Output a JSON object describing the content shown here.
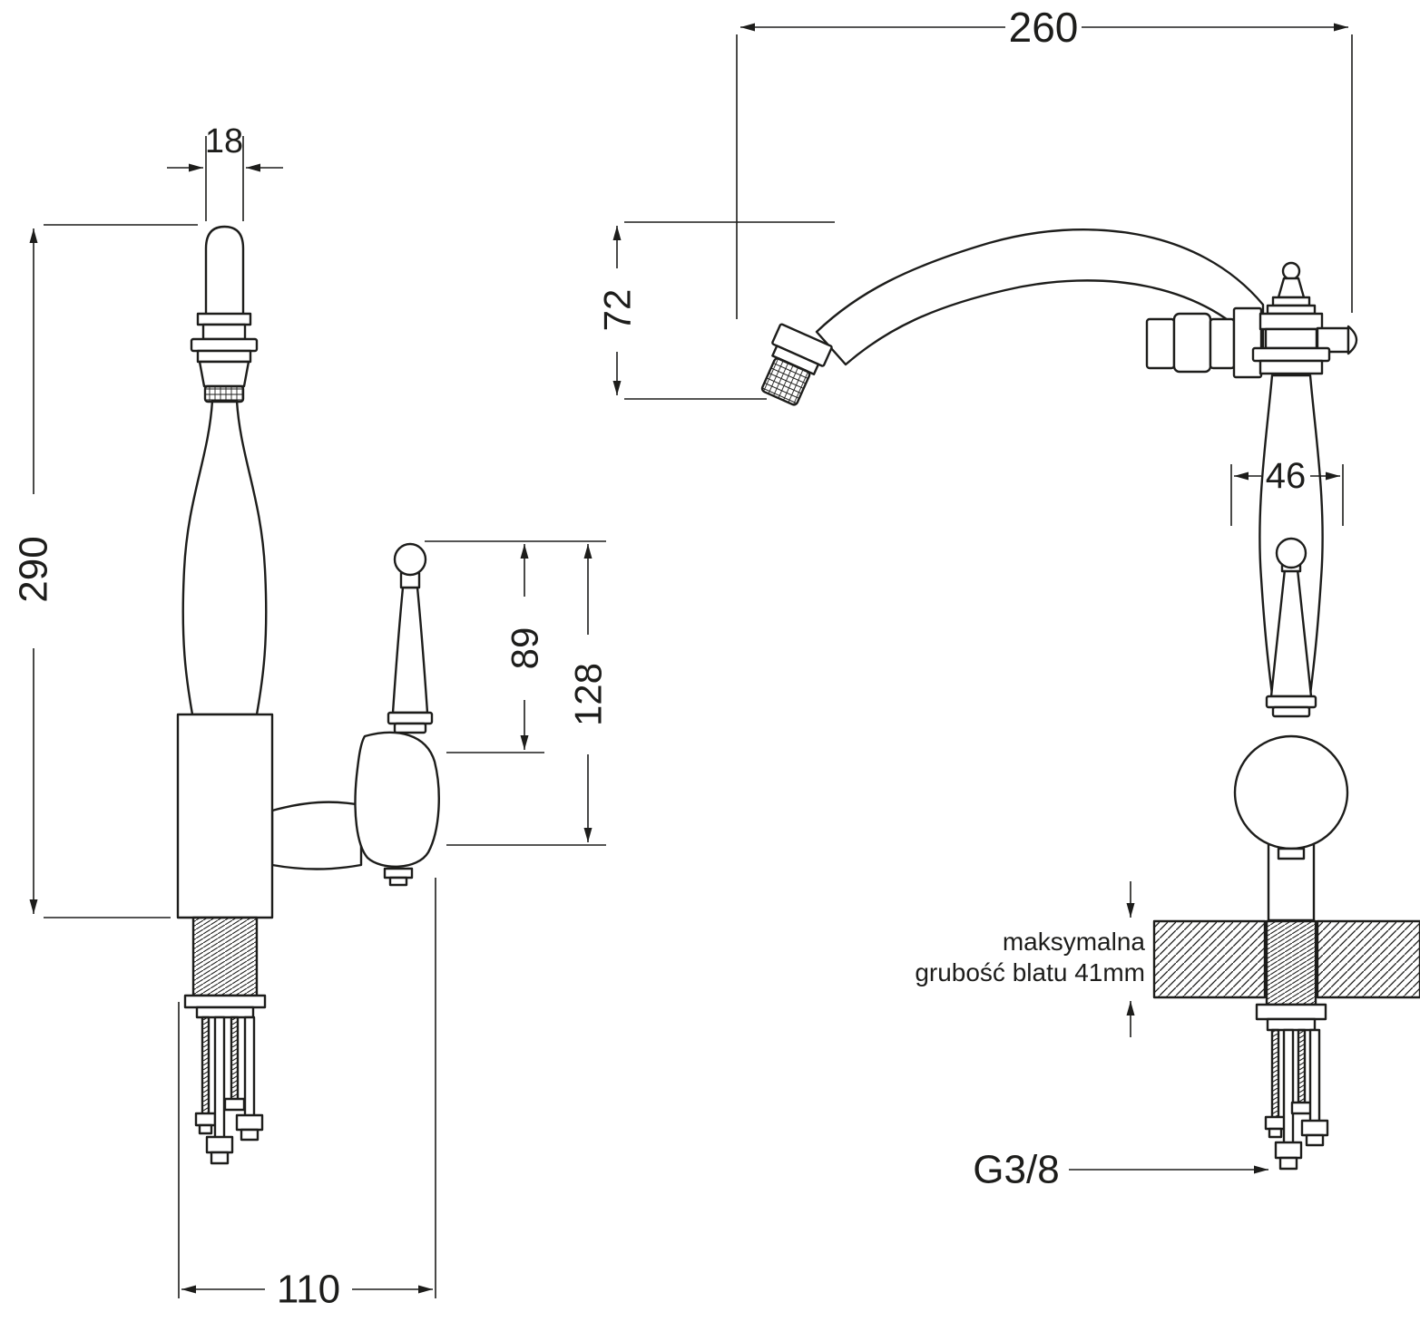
{
  "page": {
    "background": "#ffffff",
    "line_color": "#1d1d1b"
  },
  "left_view": {
    "spout_tip_width": "18",
    "total_height": "290",
    "base_width": "110",
    "handle_height": "89",
    "handle_total_height": "128"
  },
  "right_view": {
    "spout_reach": "260",
    "spout_drop": "72",
    "base_diameter": "46",
    "connection_thread": "G3/8",
    "counter_note_line1": "maksymalna",
    "counter_note_line2": "grubość blatu 41mm"
  }
}
